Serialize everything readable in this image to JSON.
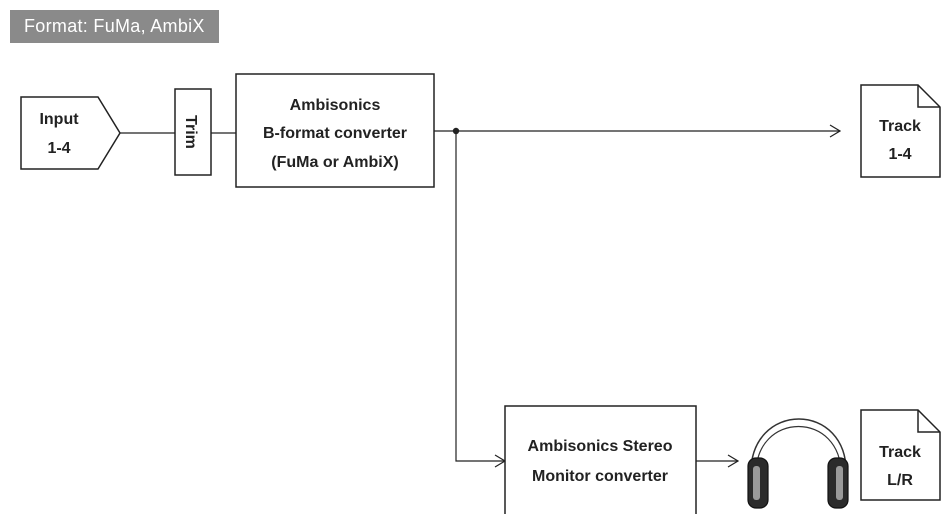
{
  "title": "Format: FuMa, AmbiX",
  "nodes": {
    "input": [
      "Input",
      "1-4"
    ],
    "trim": "Trim",
    "bformat": [
      "Ambisonics",
      "B-format converter",
      "(FuMa or AmbiX)"
    ],
    "stereo_monitor": [
      "Ambisonics Stereo",
      "Monitor converter"
    ],
    "track_main": [
      "Track",
      "1-4"
    ],
    "track_lr": [
      "Track",
      "L/R"
    ]
  },
  "icons": {
    "headphones": "headphones-icon"
  },
  "colors": {
    "title_bg": "#8a8a8a",
    "title_text": "#ffffff",
    "stroke": "#222222"
  }
}
